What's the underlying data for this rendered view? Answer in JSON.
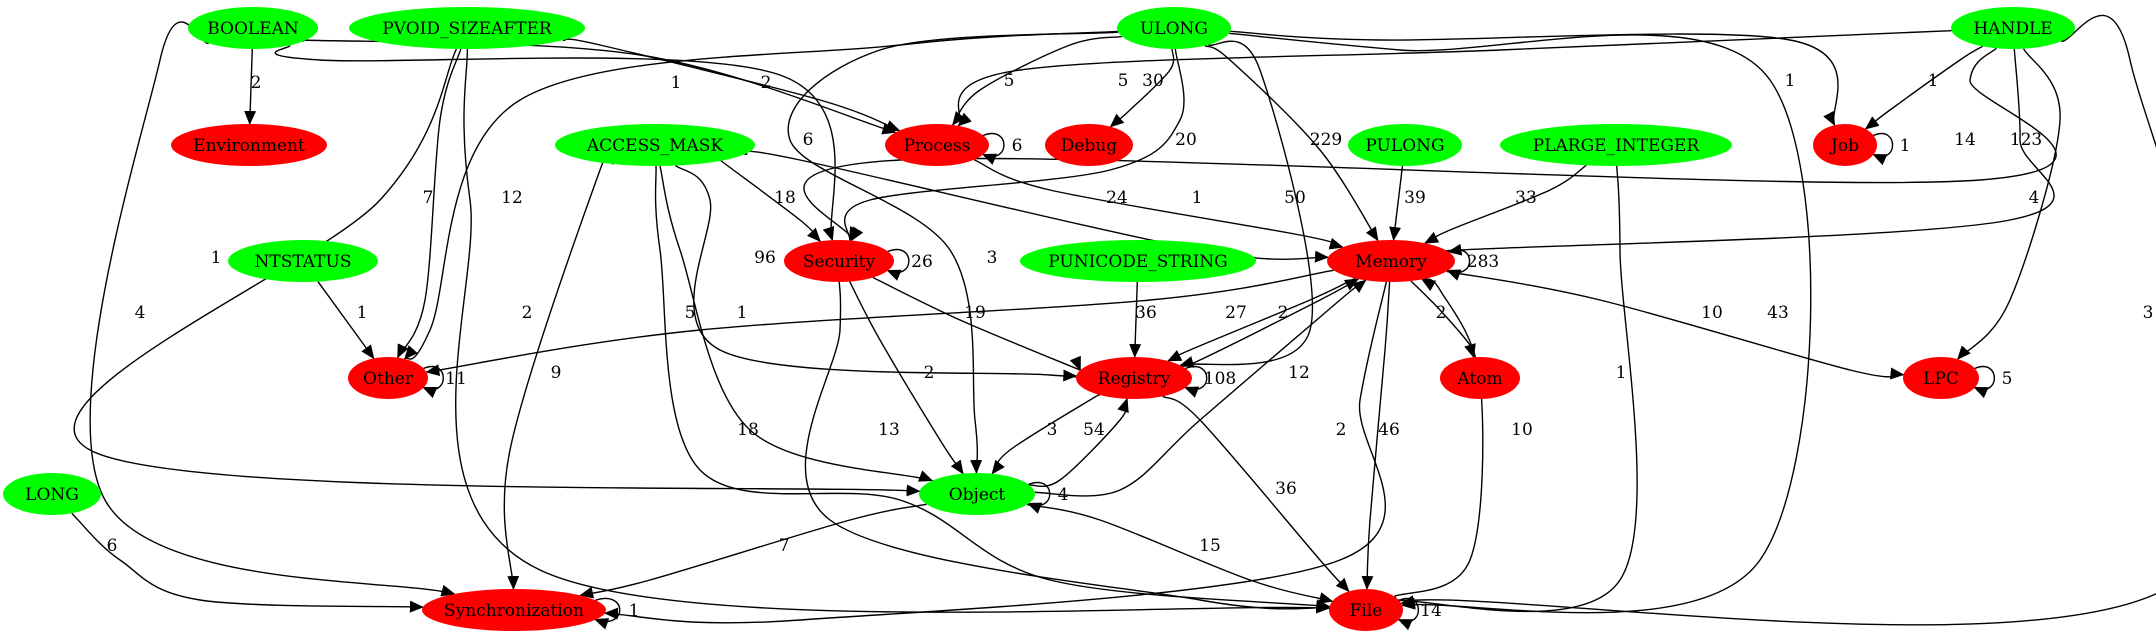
{
  "graph": {
    "type": "directed-graph",
    "colors": {
      "green": "#00ff00",
      "red": "#ff0000",
      "edge": "#000000"
    },
    "nodes": [
      {
        "id": "BOOLEAN",
        "label": "BOOLEAN",
        "color": "green"
      },
      {
        "id": "PVOID_SIZEAFTER",
        "label": "PVOID_SIZEAFTER",
        "color": "green"
      },
      {
        "id": "ULONG",
        "label": "ULONG",
        "color": "green"
      },
      {
        "id": "HANDLE",
        "label": "HANDLE",
        "color": "green"
      },
      {
        "id": "Environment",
        "label": "Environment",
        "color": "red"
      },
      {
        "id": "ACCESS_MASK",
        "label": "ACCESS_MASK",
        "color": "green"
      },
      {
        "id": "Process",
        "label": "Process",
        "color": "red"
      },
      {
        "id": "Debug",
        "label": "Debug",
        "color": "red"
      },
      {
        "id": "PULONG",
        "label": "PULONG",
        "color": "green"
      },
      {
        "id": "PLARGE_INTEGER",
        "label": "PLARGE_INTEGER",
        "color": "green"
      },
      {
        "id": "Job",
        "label": "Job",
        "color": "red"
      },
      {
        "id": "NTSTATUS",
        "label": "NTSTATUS",
        "color": "green"
      },
      {
        "id": "Security",
        "label": "Security",
        "color": "red"
      },
      {
        "id": "PUNICODE_STRING",
        "label": "PUNICODE_STRING",
        "color": "green"
      },
      {
        "id": "Memory",
        "label": "Memory",
        "color": "red"
      },
      {
        "id": "Other",
        "label": "Other",
        "color": "red"
      },
      {
        "id": "Registry",
        "label": "Registry",
        "color": "red"
      },
      {
        "id": "Atom",
        "label": "Atom",
        "color": "red"
      },
      {
        "id": "LPC",
        "label": "LPC",
        "color": "red"
      },
      {
        "id": "LONG",
        "label": "LONG",
        "color": "green"
      },
      {
        "id": "Object",
        "label": "Object",
        "color": "green"
      },
      {
        "id": "Synchronization",
        "label": "Synchronization",
        "color": "red"
      },
      {
        "id": "File",
        "label": "File",
        "color": "red"
      }
    ],
    "edges": [
      {
        "from": "BOOLEAN",
        "to": "Environment",
        "label": "2"
      },
      {
        "from": "BOOLEAN",
        "to": "Process",
        "label": "1"
      },
      {
        "from": "BOOLEAN",
        "to": "Security",
        "label": "6"
      },
      {
        "from": "BOOLEAN",
        "to": "Synchronization",
        "label": "4"
      },
      {
        "from": "PVOID_SIZEAFTER",
        "to": "Process",
        "label": "2"
      },
      {
        "from": "PVOID_SIZEAFTER",
        "to": "Other",
        "label": "7"
      },
      {
        "from": "PVOID_SIZEAFTER",
        "to": "Object",
        "label": "1"
      },
      {
        "from": "PVOID_SIZEAFTER",
        "to": "File",
        "label": "2"
      },
      {
        "from": "ULONG",
        "to": "Process",
        "label": "5"
      },
      {
        "from": "ULONG",
        "to": "Debug",
        "label": "30"
      },
      {
        "from": "ULONG",
        "to": "Security",
        "label": "20"
      },
      {
        "from": "ULONG",
        "to": "Memory",
        "label": "229"
      },
      {
        "from": "ULONG",
        "to": "Registry",
        "label": "50"
      },
      {
        "from": "ULONG",
        "to": "Job",
        "label": "1"
      },
      {
        "from": "ULONG",
        "to": "File",
        "label": "43"
      },
      {
        "from": "ULONG",
        "to": "Object",
        "label": "3"
      },
      {
        "from": "ULONG",
        "to": "Other",
        "label": "12"
      },
      {
        "from": "HANDLE",
        "to": "Process",
        "label": "5"
      },
      {
        "from": "HANDLE",
        "to": "Job",
        "label": "1"
      },
      {
        "from": "HANDLE",
        "to": "Security",
        "label": "14"
      },
      {
        "from": "HANDLE",
        "to": "Memory",
        "label": "123"
      },
      {
        "from": "HANDLE",
        "to": "LPC",
        "label": "4"
      },
      {
        "from": "HANDLE",
        "to": "File",
        "label": "3"
      },
      {
        "from": "Process",
        "to": "Process",
        "label": "6"
      },
      {
        "from": "Process",
        "to": "Memory",
        "label": "1"
      },
      {
        "from": "Job",
        "to": "Job",
        "label": "1"
      },
      {
        "from": "ACCESS_MASK",
        "to": "Security",
        "label": "18"
      },
      {
        "from": "ACCESS_MASK",
        "to": "Memory",
        "label": "24"
      },
      {
        "from": "ACCESS_MASK",
        "to": "Registry",
        "label": "96"
      },
      {
        "from": "ACCESS_MASK",
        "to": "Object",
        "label": "1"
      },
      {
        "from": "ACCESS_MASK",
        "to": "Synchronization",
        "label": "9"
      },
      {
        "from": "ACCESS_MASK",
        "to": "File",
        "label": "18"
      },
      {
        "from": "PULONG",
        "to": "Memory",
        "label": "39"
      },
      {
        "from": "PLARGE_INTEGER",
        "to": "Memory",
        "label": "33"
      },
      {
        "from": "PLARGE_INTEGER",
        "to": "File",
        "label": "1"
      },
      {
        "from": "NTSTATUS",
        "to": "Other",
        "label": "1"
      },
      {
        "from": "Security",
        "to": "Security",
        "label": "26"
      },
      {
        "from": "Security",
        "to": "Registry",
        "label": "19"
      },
      {
        "from": "Security",
        "to": "Object",
        "label": "2"
      },
      {
        "from": "Security",
        "to": "File",
        "label": "13"
      },
      {
        "from": "PUNICODE_STRING",
        "to": "Registry",
        "label": "36"
      },
      {
        "from": "Memory",
        "to": "Memory",
        "label": "283"
      },
      {
        "from": "Memory",
        "to": "Other",
        "label": "5"
      },
      {
        "from": "Memory",
        "to": "Registry",
        "label": "27"
      },
      {
        "from": "Memory",
        "to": "Atom",
        "label": "2"
      },
      {
        "from": "Memory",
        "to": "LPC",
        "label": "10"
      },
      {
        "from": "Memory",
        "to": "File",
        "label": "46"
      },
      {
        "from": "Memory",
        "to": "Synchronization",
        "label": "2"
      },
      {
        "from": "Registry",
        "to": "Memory",
        "label": "2"
      },
      {
        "from": "Registry",
        "to": "Registry",
        "label": "108"
      },
      {
        "from": "Registry",
        "to": "Object",
        "label": "3"
      },
      {
        "from": "Registry",
        "to": "File",
        "label": "36"
      },
      {
        "from": "Other",
        "to": "Other",
        "label": "11"
      },
      {
        "from": "LPC",
        "to": "LPC",
        "label": "5"
      },
      {
        "from": "Object",
        "to": "Registry",
        "label": "54"
      },
      {
        "from": "Object",
        "to": "Memory",
        "label": "12"
      },
      {
        "from": "Object",
        "to": "Object",
        "label": "4"
      },
      {
        "from": "Object",
        "to": "Synchronization",
        "label": "7"
      },
      {
        "from": "Object",
        "to": "File",
        "label": "15"
      },
      {
        "from": "File",
        "to": "Memory",
        "label": "10"
      },
      {
        "from": "File",
        "to": "File",
        "label": "14"
      },
      {
        "from": "LONG",
        "to": "Synchronization",
        "label": "6"
      },
      {
        "from": "Synchronization",
        "to": "Synchronization",
        "label": "1"
      }
    ]
  }
}
